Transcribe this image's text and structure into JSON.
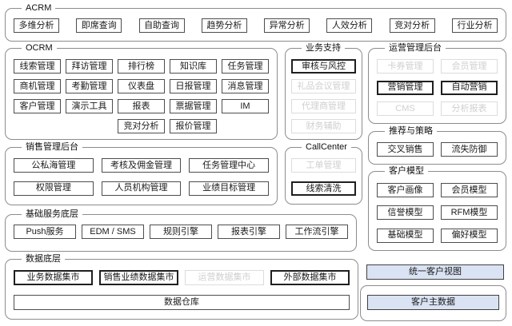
{
  "colors": {
    "box_border": "#4d4d4d",
    "box_border_strong": "#1f1f1f",
    "faded_gray": "#cfcfcf",
    "group_border": "#8c8c8c",
    "highlight_blue_fill": "#dae3f3",
    "text": "#1a1a1a"
  },
  "groups": {
    "acrm": {
      "label": "ACRM",
      "items": [
        {
          "text": "多维分析",
          "style": "normal"
        },
        {
          "text": "即席查询",
          "style": "normal"
        },
        {
          "text": "自助查询",
          "style": "normal"
        },
        {
          "text": "趋势分析",
          "style": "normal"
        },
        {
          "text": "异常分析",
          "style": "normal"
        },
        {
          "text": "人效分析",
          "style": "normal"
        },
        {
          "text": "竞对分析",
          "style": "normal"
        },
        {
          "text": "行业分析",
          "style": "normal"
        }
      ]
    },
    "ocrm": {
      "label": "OCRM",
      "items": [
        {
          "text": "线索管理",
          "style": "normal"
        },
        {
          "text": "拜访管理",
          "style": "normal"
        },
        {
          "text": "排行榜",
          "style": "normal"
        },
        {
          "text": "知识库",
          "style": "normal"
        },
        {
          "text": "任务管理",
          "style": "normal"
        },
        {
          "text": "商机管理",
          "style": "normal"
        },
        {
          "text": "考勤管理",
          "style": "normal"
        },
        {
          "text": "仪表盘",
          "style": "normal"
        },
        {
          "text": "日报管理",
          "style": "normal"
        },
        {
          "text": "消息管理",
          "style": "normal"
        },
        {
          "text": "客户管理",
          "style": "normal"
        },
        {
          "text": "演示工具",
          "style": "normal"
        },
        {
          "text": "报表",
          "style": "normal"
        },
        {
          "text": "票据管理",
          "style": "normal"
        },
        {
          "text": "IM",
          "style": "normal"
        },
        {
          "text": "竞对分析",
          "style": "normal"
        },
        {
          "text": "报价管理",
          "style": "normal"
        }
      ]
    },
    "biz_support": {
      "label": "业务支持",
      "items": [
        {
          "text": "审核与风控",
          "style": "strong"
        },
        {
          "text": "礼品会议管理",
          "style": "faded"
        },
        {
          "text": "代理商管理",
          "style": "faded"
        },
        {
          "text": "财务辅助",
          "style": "faded"
        }
      ]
    },
    "ops_admin": {
      "label": "运营管理后台",
      "items": [
        {
          "text": "卡券管理",
          "style": "faded"
        },
        {
          "text": "会员管理",
          "style": "faded"
        },
        {
          "text": "营销管理",
          "style": "strong"
        },
        {
          "text": "自动营销",
          "style": "strong"
        },
        {
          "text": "CMS",
          "style": "faded"
        },
        {
          "text": "分析报表",
          "style": "faded"
        }
      ]
    },
    "recommend": {
      "label": "推荐与策略",
      "items": [
        {
          "text": "交叉销售",
          "style": "normal"
        },
        {
          "text": "流失防御",
          "style": "normal"
        }
      ]
    },
    "callcenter": {
      "label": "CallCenter",
      "items": [
        {
          "text": "工单管理",
          "style": "faded"
        },
        {
          "text": "线索清洗",
          "style": "strong"
        }
      ]
    },
    "sales_admin": {
      "label": "销售管理后台",
      "items": [
        {
          "text": "公私海管理",
          "style": "normal"
        },
        {
          "text": "考核及佣金管理",
          "style": "normal"
        },
        {
          "text": "任务管理中心",
          "style": "normal"
        },
        {
          "text": "权限管理",
          "style": "normal"
        },
        {
          "text": "人员机构管理",
          "style": "normal"
        },
        {
          "text": "业绩目标管理",
          "style": "normal"
        }
      ]
    },
    "customer_model": {
      "label": "客户模型",
      "items": [
        {
          "text": "客户画像",
          "style": "normal"
        },
        {
          "text": "会员模型",
          "style": "normal"
        },
        {
          "text": "信誉模型",
          "style": "normal"
        },
        {
          "text": "RFM模型",
          "style": "normal"
        },
        {
          "text": "基础模型",
          "style": "normal"
        },
        {
          "text": "偏好模型",
          "style": "normal"
        }
      ]
    },
    "base_services": {
      "label": "基础服务底层",
      "items": [
        {
          "text": "Push服务",
          "style": "normal"
        },
        {
          "text": "EDM / SMS",
          "style": "normal"
        },
        {
          "text": "规则引擎",
          "style": "normal"
        },
        {
          "text": "报表引擎",
          "style": "normal"
        },
        {
          "text": "工作流引擎",
          "style": "normal"
        }
      ]
    },
    "data_layer": {
      "label": "数据底层",
      "items": [
        {
          "text": "业务数据集市",
          "style": "strong"
        },
        {
          "text": "销售业绩数据集市",
          "style": "strong"
        },
        {
          "text": "运营数据集市",
          "style": "faded"
        },
        {
          "text": "外部数据集市",
          "style": "strong"
        },
        {
          "text": "数据仓库",
          "style": "normal"
        }
      ]
    }
  },
  "standalone": {
    "unified_customer_view": "统一客户视图",
    "customer_master_data": "客户主数据"
  }
}
